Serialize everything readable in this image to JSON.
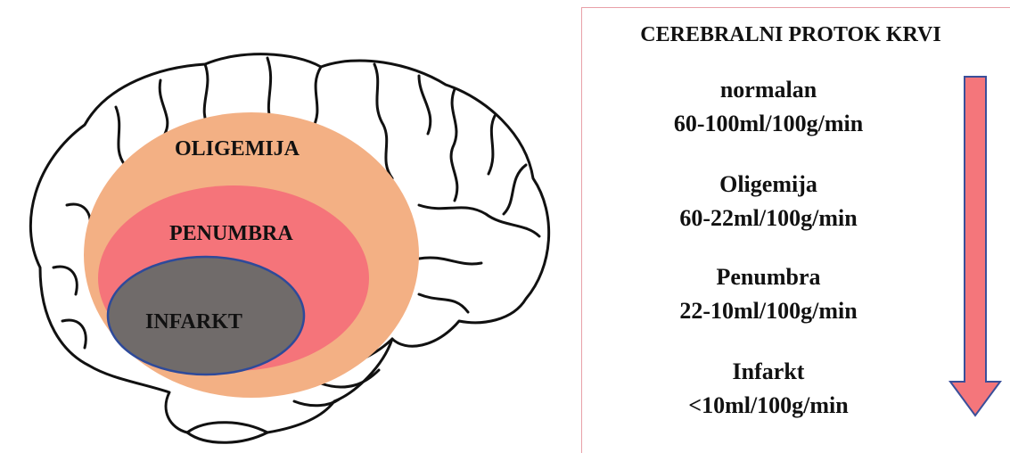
{
  "diagram": {
    "zones": {
      "oligemia": {
        "label": "OLIGEMIJA",
        "color": "#f3b084"
      },
      "penumbra": {
        "label": "PENUMBRA",
        "color": "#f5747a"
      },
      "infarct": {
        "label": "INFARKT",
        "color": "#706b6a",
        "outline": "#2e4a9a"
      }
    }
  },
  "panel": {
    "title": "CEREBRALNI PROTOK KRVI",
    "levels": [
      {
        "name": "normalan",
        "range": "60-100ml/100g/min"
      },
      {
        "name": "Oligemija",
        "range": "60-22ml/100g/min"
      },
      {
        "name": "Penumbra",
        "range": "22-10ml/100g/min"
      },
      {
        "name": "Infarkt",
        "range": "<10ml/100g/min"
      }
    ],
    "arrow_color": "#f4767b",
    "arrow_outline": "#3a4f9a"
  }
}
